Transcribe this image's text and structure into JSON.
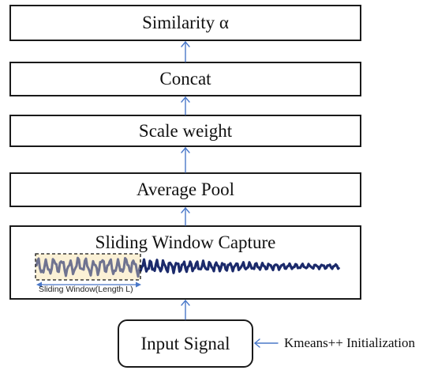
{
  "diagram": {
    "boxes": {
      "similarity": "Similarity α",
      "concat": "Concat",
      "scale_weight": "Scale weight",
      "average_pool": "Average Pool",
      "sliding_window_capture": "Sliding Window Capture",
      "input_signal": "Input Signal"
    },
    "window_label": "Sliding Window(Length L)",
    "side_input_label": "Kmeans++ Initialization",
    "colors": {
      "arrow": "#4a78c9",
      "box_border": "#1a1a1a",
      "signal": "#1b2a6b",
      "window_fill": "#fbf1d6"
    }
  }
}
